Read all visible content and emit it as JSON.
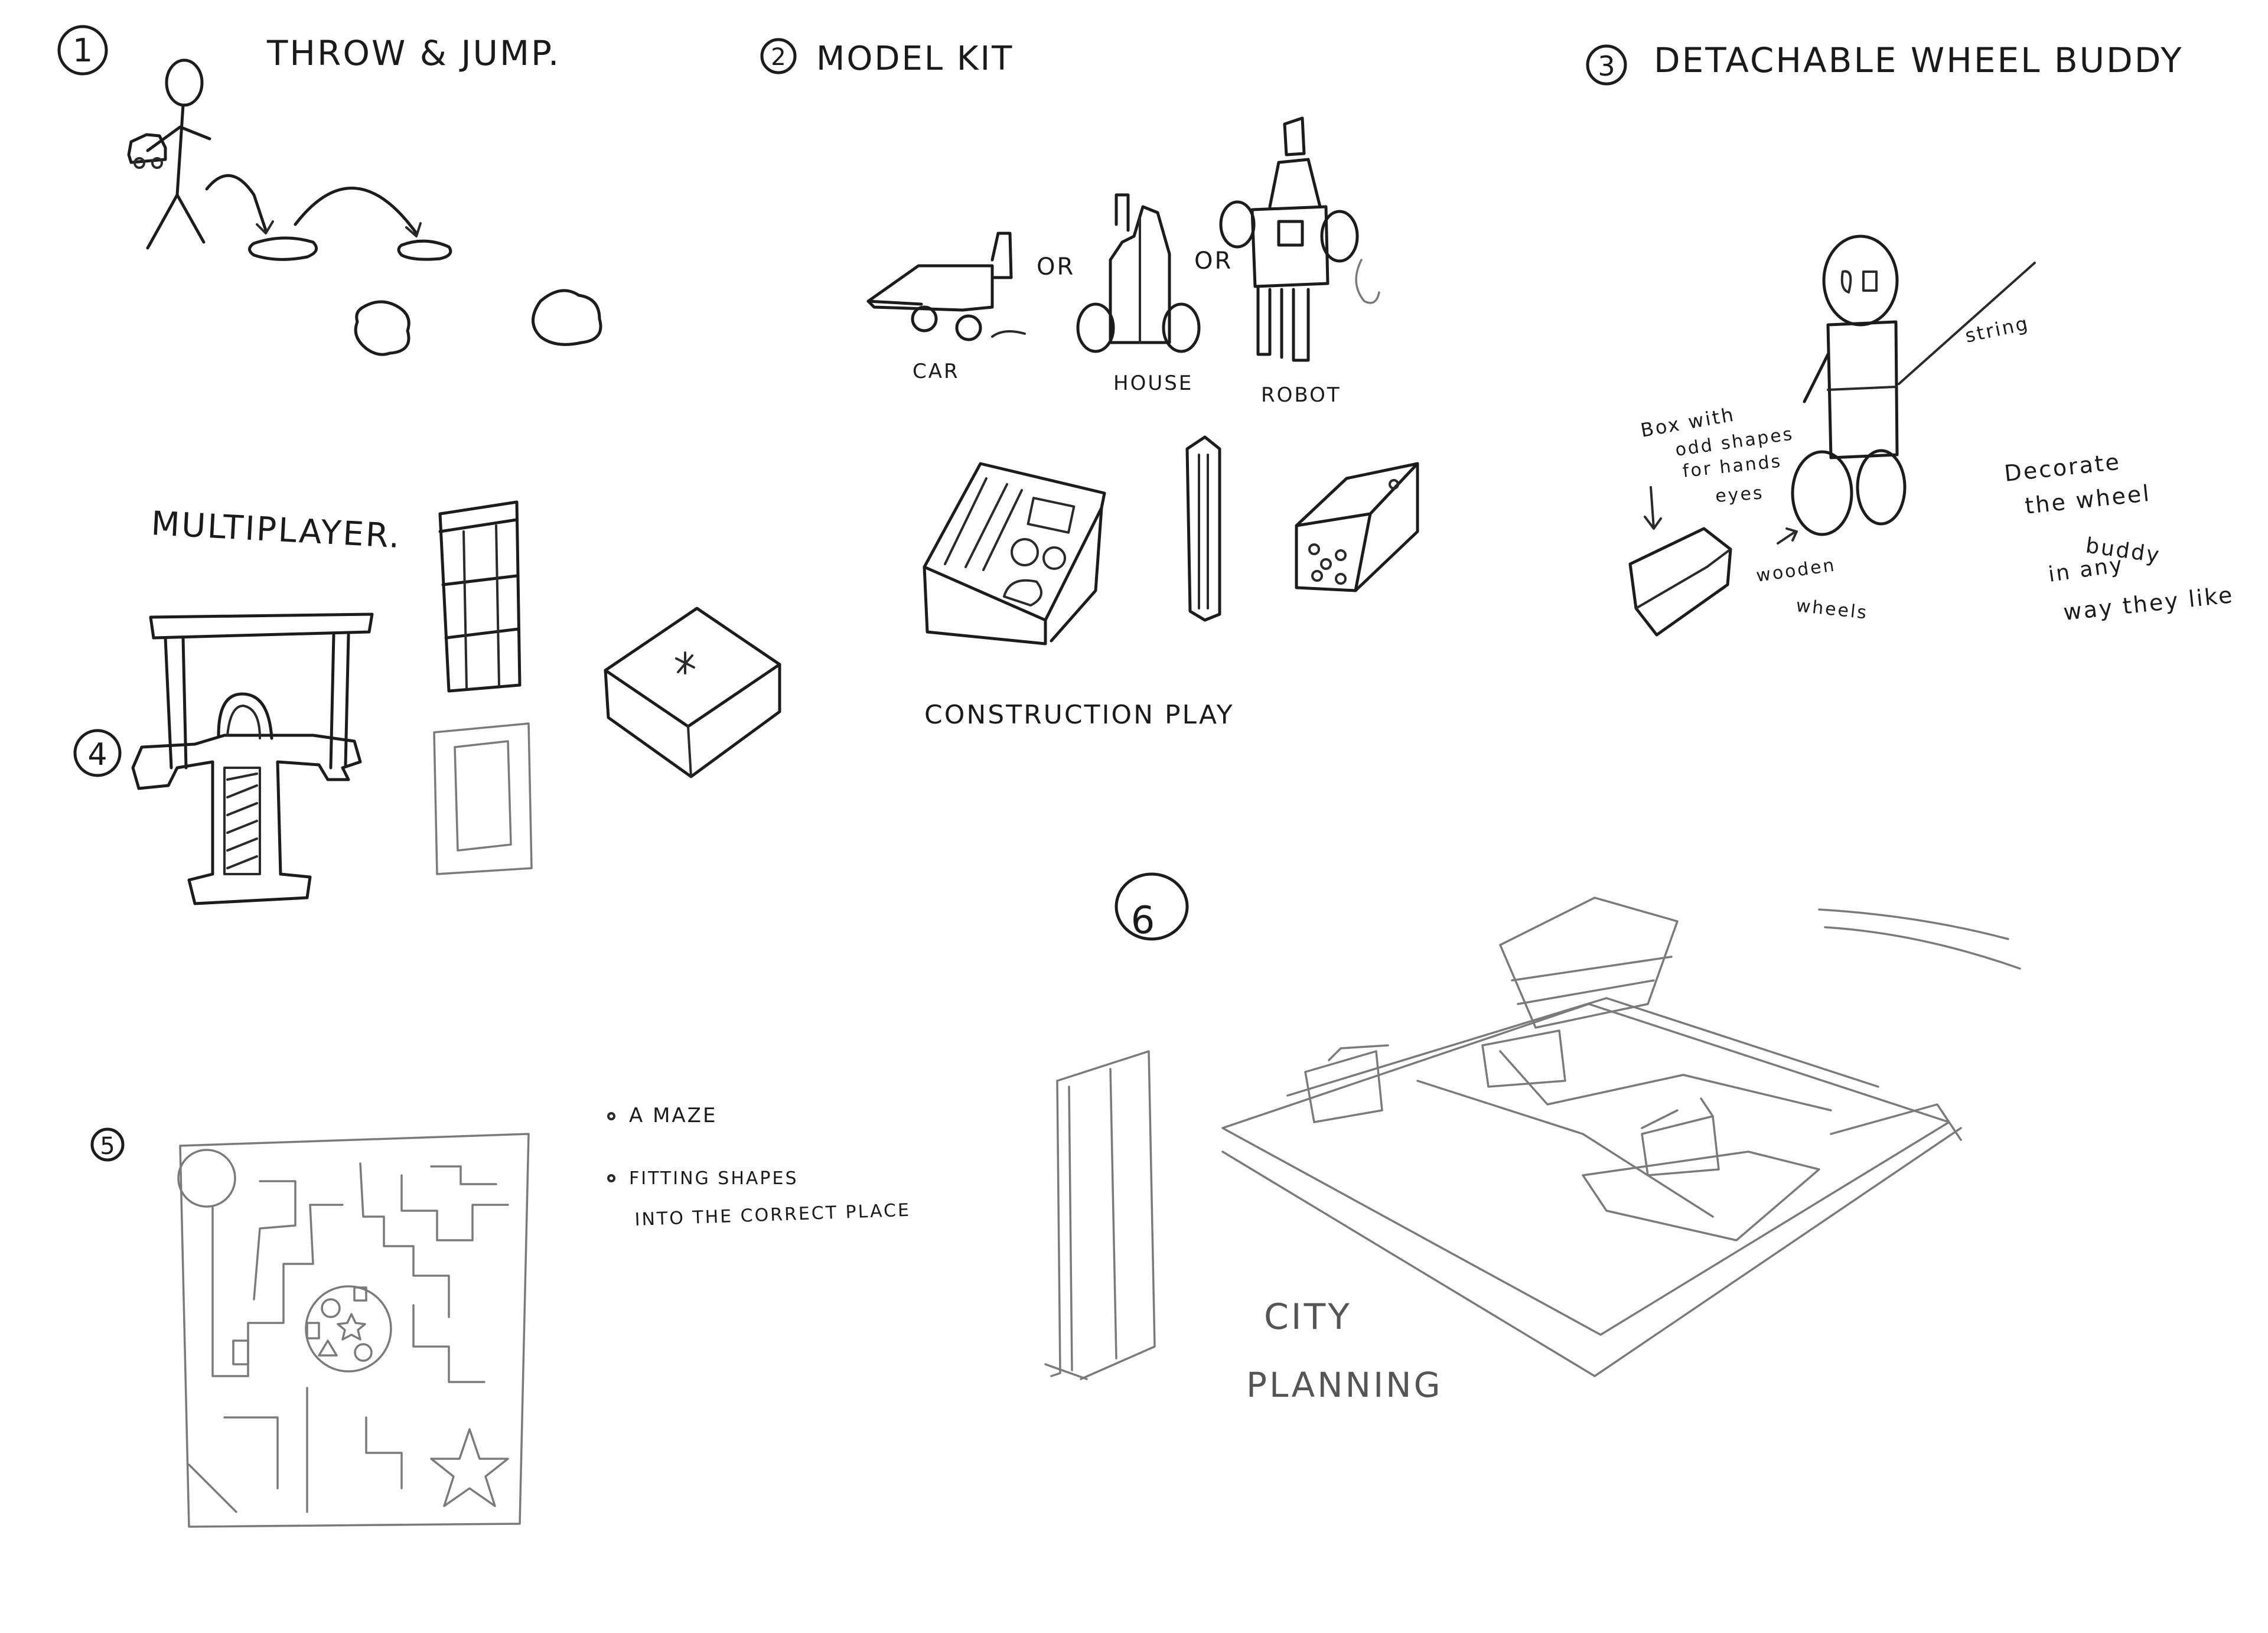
{
  "sketches": [
    {
      "number": "1",
      "title": "THROW & JUMP."
    },
    {
      "number": "2",
      "title": "MODEL KIT",
      "labels": {
        "or_1": "OR",
        "or_2": "OR",
        "car": "CAR",
        "house": "HOUSE",
        "robot": "ROBOT",
        "construction": "CONSTRUCTION PLAY"
      }
    },
    {
      "number": "3",
      "title": "DETACHABLE WHEEL BUDDY",
      "labels": {
        "string": "string",
        "box_lines": [
          "Box with",
          "odd shapes",
          "for hands",
          "eyes"
        ],
        "wheels_lines": [
          "wooden",
          "wheels"
        ],
        "decorate_lines": [
          "Decorate",
          "the wheel",
          "buddy",
          "in any",
          "way they like"
        ]
      }
    },
    {
      "number": "4",
      "title": "MULTIPLAYER."
    },
    {
      "number": "5",
      "notes": [
        "A MAZE",
        "FITTING SHAPES",
        "INTO THE CORRECT PLACE"
      ]
    },
    {
      "number": "6",
      "title_lines": [
        "CITY",
        "PLANNING"
      ]
    }
  ]
}
